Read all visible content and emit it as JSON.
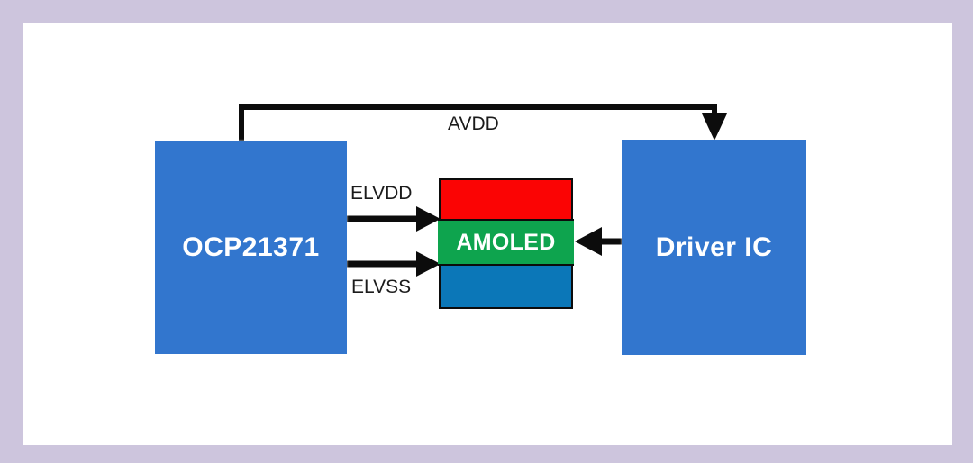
{
  "diagram": {
    "title_blocks": {
      "ocp": {
        "label": "OCP21371"
      },
      "driver": {
        "label": "Driver IC"
      }
    },
    "amoled": {
      "label": "AMOLED",
      "bands": [
        {
          "name": "red-subpixel-band",
          "color": "#fb0404"
        },
        {
          "name": "green-subpixel-band",
          "color": "#0ea44e"
        },
        {
          "name": "blue-subpixel-band",
          "color": "#0b77b8"
        }
      ]
    },
    "signals": {
      "avdd": "AVDD",
      "elvdd": "ELVDD",
      "elvss": "ELVSS"
    },
    "colors": {
      "block_blue": "#3276ce",
      "panel_background": "#ffffff",
      "page_background": "#cdc5dd",
      "wire": "#0c0c0c"
    }
  }
}
